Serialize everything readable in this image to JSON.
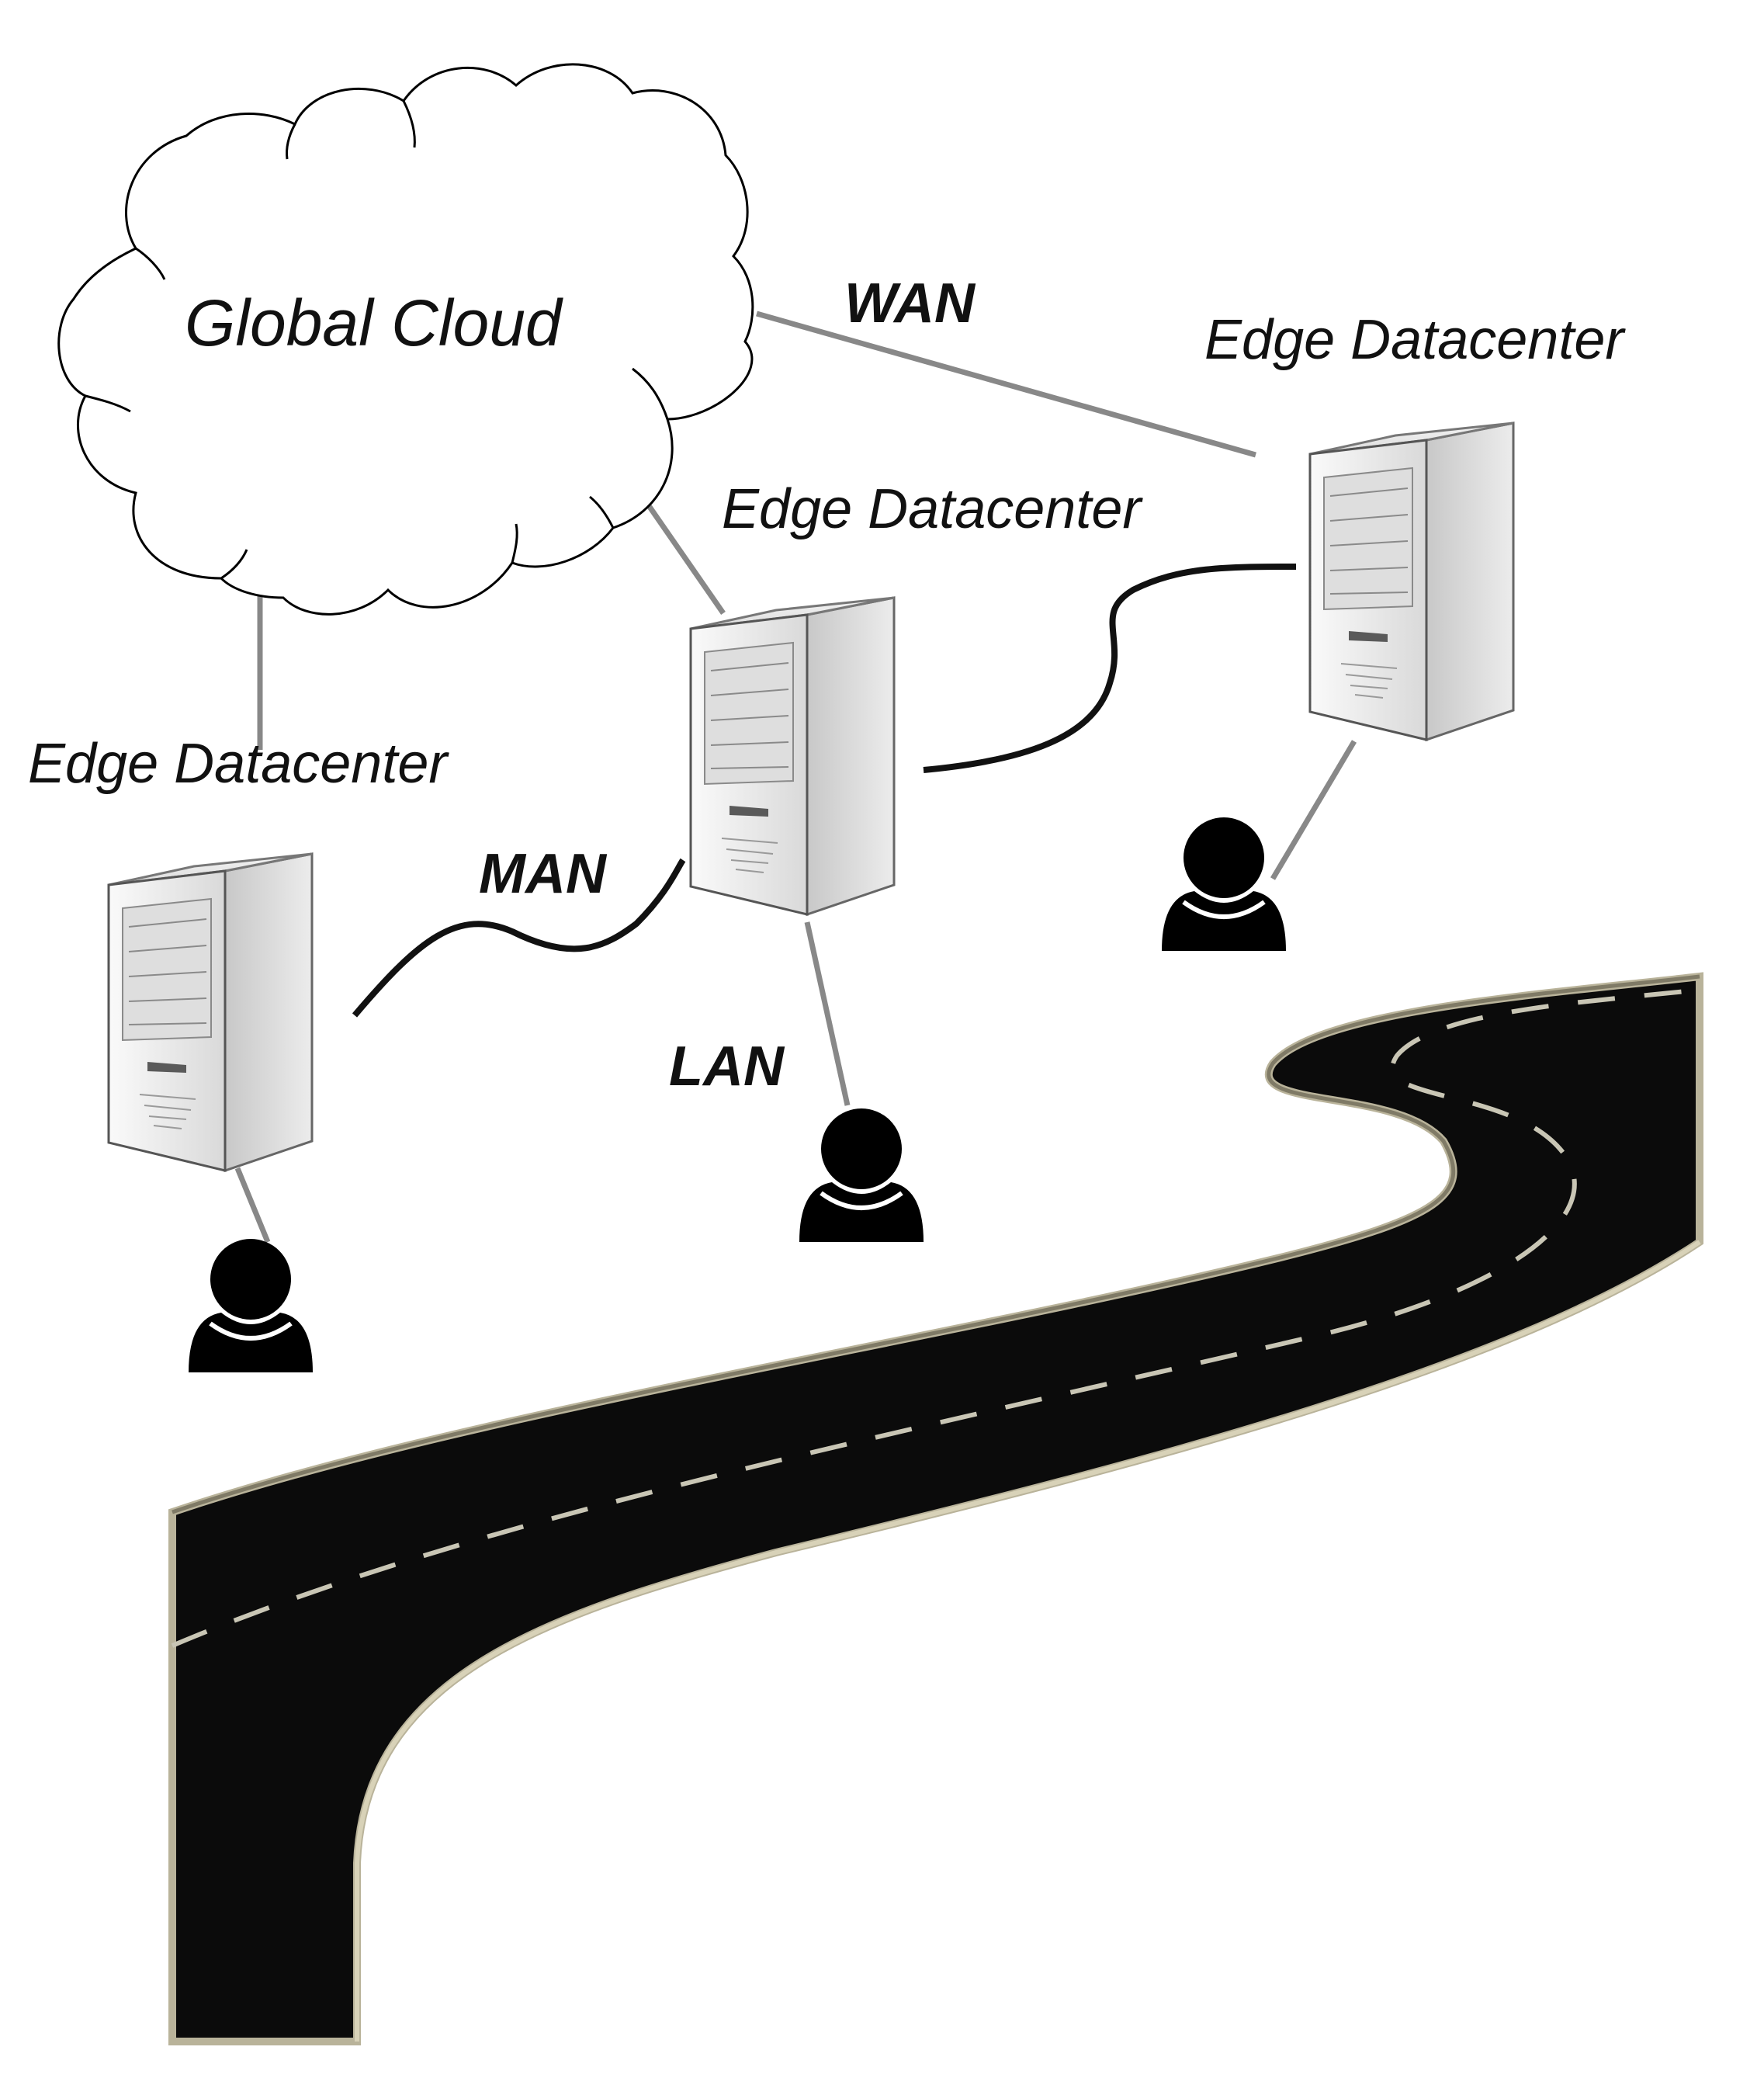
{
  "diagram": {
    "cloud": {
      "label": "Global Cloud"
    },
    "datacenters": [
      {
        "label": "Edge Datacenter"
      },
      {
        "label": "Edge Datacenter"
      },
      {
        "label": "Edge Datacenter"
      }
    ],
    "links": {
      "wan": "WAN",
      "man": "MAN",
      "lan": "LAN"
    },
    "colors": {
      "backbone_line": "#888888",
      "edge_line": "#111111",
      "road": "#0b0b0b",
      "road_edge": "#b9b39a",
      "lane_marking": "#c9c6b5",
      "server_body": "#e6e6e6",
      "user": "#000000"
    }
  }
}
